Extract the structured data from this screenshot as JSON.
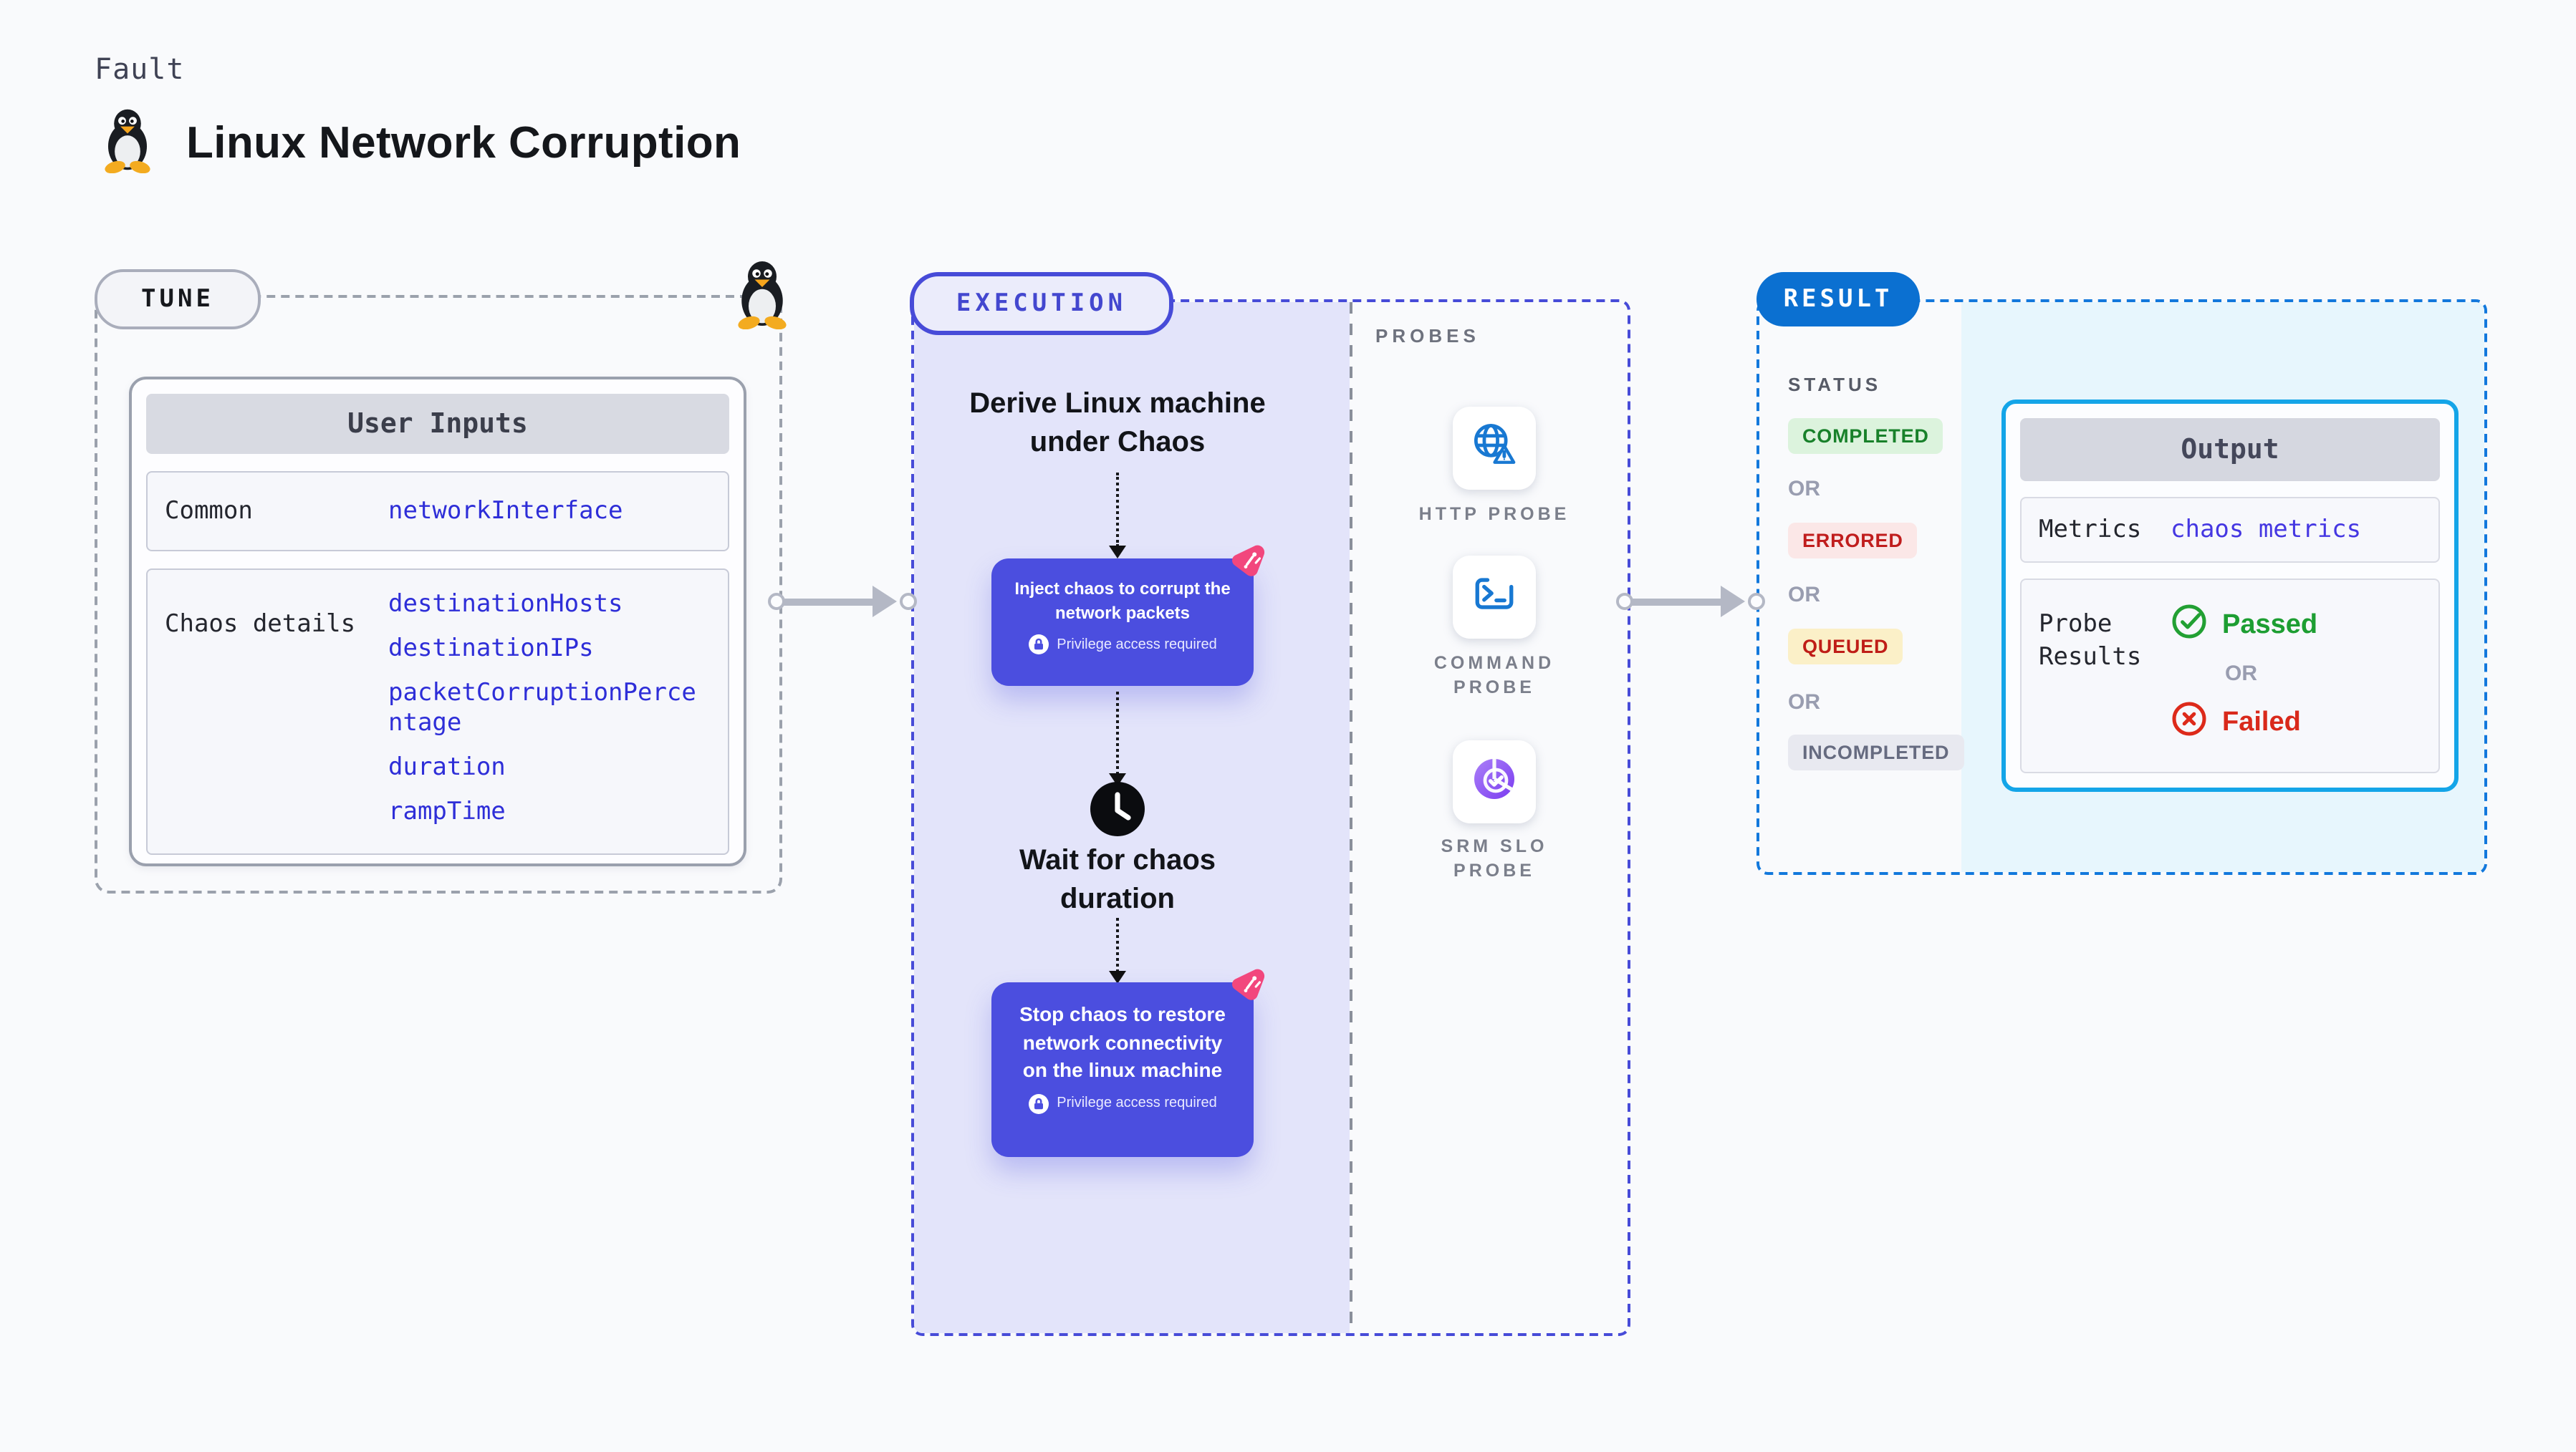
{
  "header": {
    "eyebrow": "Fault",
    "title": "Linux Network Corruption"
  },
  "tune": {
    "label": "TUNE",
    "card": {
      "title": "User Inputs",
      "rows": [
        {
          "label": "Common",
          "values": [
            "networkInterface"
          ]
        },
        {
          "label": "Chaos details",
          "values": [
            "destinationHosts",
            "destinationIPs",
            "packetCorruptionPercentage",
            "duration",
            "rampTime"
          ]
        }
      ]
    }
  },
  "execution": {
    "label": "EXECUTION",
    "steps": {
      "derive": "Derive Linux machine under Chaos",
      "inject": "Inject chaos to corrupt the network packets",
      "wait": "Wait for chaos duration",
      "stop": "Stop chaos to restore network connectivity on the linux machine"
    },
    "privilege_note": "Privilege access required",
    "probes": {
      "label": "PROBES",
      "items": [
        {
          "label": "HTTP PROBE",
          "icon": "globe-warning-icon"
        },
        {
          "label": "COMMAND PROBE",
          "icon": "terminal-icon"
        },
        {
          "label": "SRM SLO PROBE",
          "icon": "slo-pie-check-icon"
        }
      ]
    }
  },
  "result": {
    "label": "RESULT",
    "status": {
      "heading": "STATUS",
      "or": "OR",
      "badges": [
        {
          "text": "COMPLETED",
          "type": "completed"
        },
        {
          "text": "ERRORED",
          "type": "errored"
        },
        {
          "text": "QUEUED",
          "type": "queued"
        },
        {
          "text": "INCOMPLETED",
          "type": "incompleted"
        }
      ]
    },
    "output": {
      "title": "Output",
      "metrics_label": "Metrics",
      "metrics_value": "chaos metrics",
      "probe_results_label": "Probe Results",
      "passed": "Passed",
      "or": "OR",
      "failed": "Failed"
    }
  },
  "colors": {
    "page_bg": "#f9fafc",
    "indigo_border": "#474bd8",
    "indigo_step": "#4b4edf",
    "lavender_panel": "#e3e4fa",
    "param_blue": "#2e2ed8",
    "result_dash_blue": "#1278dc",
    "result_pill_blue": "#0b70d1",
    "output_border_cyan": "#14a5e8",
    "output_panel_cyan": "#e7f6fd",
    "completed_green": "#18812a",
    "errored_red": "#c01d1d",
    "queued_amber_bg": "#fbf0c8",
    "passed_green": "#1d9e32",
    "failed_red": "#d9291b",
    "chaos_pink": "#f2477d",
    "probe_icon_blue": "#1878d2",
    "srm_purple": "#7a3bf0",
    "arrow_gray": "#b4b8c5"
  }
}
